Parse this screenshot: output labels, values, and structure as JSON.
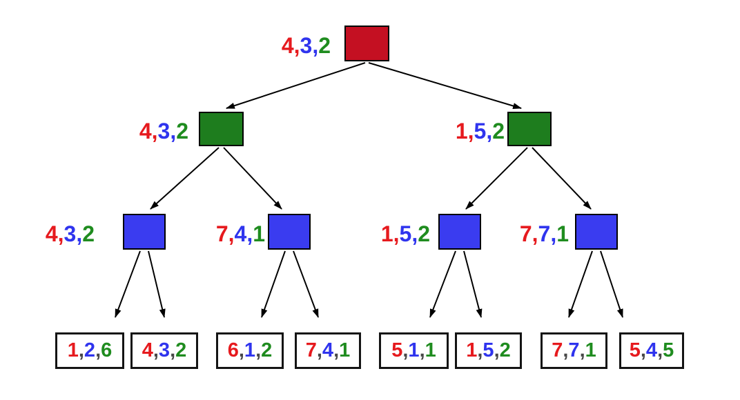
{
  "tree": {
    "background": "#ffffff",
    "edge_color": "#000000",
    "node_fills": {
      "root": "#c41022",
      "mid": "#1e7d1e",
      "lower": "#3a3cf0",
      "leaf": "#ffffff"
    },
    "digit_colors": [
      "#e61a1e",
      "#2f34ee",
      "#1f8c1f"
    ],
    "leaf_comma_color": "#474747",
    "comma": ",",
    "nodes": [
      {
        "id": "root",
        "kind": "root",
        "values": [
          "4",
          "3",
          "2"
        ]
      },
      {
        "id": "g1",
        "kind": "mid",
        "values": [
          "4",
          "3",
          "2"
        ]
      },
      {
        "id": "g2",
        "kind": "mid",
        "values": [
          "1",
          "5",
          "2"
        ]
      },
      {
        "id": "b1",
        "kind": "lower",
        "values": [
          "4",
          "3",
          "2"
        ]
      },
      {
        "id": "b2",
        "kind": "lower",
        "values": [
          "7",
          "4",
          "1"
        ]
      },
      {
        "id": "b3",
        "kind": "lower",
        "values": [
          "1",
          "5",
          "2"
        ]
      },
      {
        "id": "b4",
        "kind": "lower",
        "values": [
          "7",
          "7",
          "1"
        ]
      },
      {
        "id": "l1",
        "kind": "leaf",
        "values": [
          "1",
          "2",
          "6"
        ]
      },
      {
        "id": "l2",
        "kind": "leaf",
        "values": [
          "4",
          "3",
          "2"
        ]
      },
      {
        "id": "l3",
        "kind": "leaf",
        "values": [
          "6",
          "1",
          "2"
        ]
      },
      {
        "id": "l4",
        "kind": "leaf",
        "values": [
          "7",
          "4",
          "1"
        ]
      },
      {
        "id": "l5",
        "kind": "leaf",
        "values": [
          "5",
          "1",
          "1"
        ]
      },
      {
        "id": "l6",
        "kind": "leaf",
        "values": [
          "1",
          "5",
          "2"
        ]
      },
      {
        "id": "l7",
        "kind": "leaf",
        "values": [
          "7",
          "7",
          "1"
        ]
      },
      {
        "id": "l8",
        "kind": "leaf",
        "values": [
          "5",
          "4",
          "5"
        ]
      }
    ],
    "edges": [
      [
        "root",
        "g1"
      ],
      [
        "root",
        "g2"
      ],
      [
        "g1",
        "b1"
      ],
      [
        "g1",
        "b2"
      ],
      [
        "g2",
        "b3"
      ],
      [
        "g2",
        "b4"
      ],
      [
        "b1",
        "l1"
      ],
      [
        "b1",
        "l2"
      ],
      [
        "b2",
        "l3"
      ],
      [
        "b2",
        "l4"
      ],
      [
        "b3",
        "l5"
      ],
      [
        "b3",
        "l6"
      ],
      [
        "b4",
        "l7"
      ],
      [
        "b4",
        "l8"
      ]
    ]
  }
}
